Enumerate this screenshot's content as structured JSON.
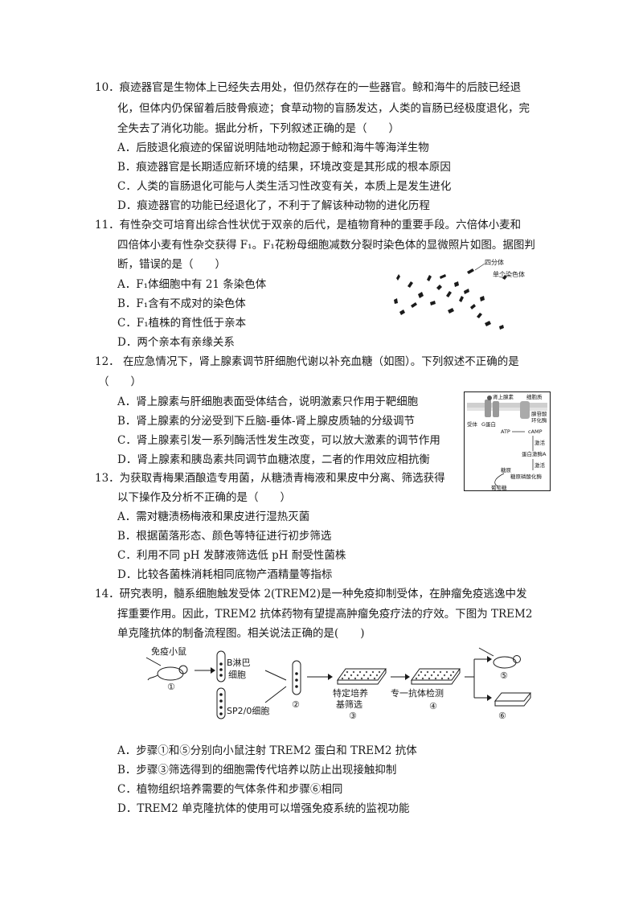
{
  "q10": {
    "lines": [
      "10．痕迹器官是生物体上已经失去用处，但仍然存在的一些器官。鲸和海牛的后肢已经退",
      "化，但体内仍保留着后肢骨痕迹；食草动物的盲肠发达，人类的盲肠已经极度退化，完",
      "全失去了消化功能。据此分析，下列叙述正确的是（　　）"
    ],
    "options": [
      "A．后肢退化痕迹的保留说明陆地动物起源于鲸和海牛等海洋生物",
      "B．痕迹器官是长期适应新环境的结果，环境改变是其形成的根本原因",
      "C．人类的盲肠退化可能与人类生活习性改变有关，本质上是发生进化",
      "D．痕迹器官的功能已经退化了，不利于了解该种动物的进化历程"
    ]
  },
  "q11": {
    "lines": [
      "11．有性杂交可培育出综合性状优于双亲的后代，是植物育种的重要手段。六倍体小麦和",
      "四倍体小麦有性杂交获得 F₁。F₁花粉母细胞减数分裂时染色体的显微照片如图。据图判",
      "断，错误的是（　　）"
    ],
    "options": [
      "A．F₁体细胞中有 21 条染色体",
      "B．F₁含有不成对的染色体",
      "C．F₁植株的育性低于亲本",
      "D．两个亲本有亲缘关系"
    ],
    "figure_labels": [
      "四分体",
      "单个染色体"
    ]
  },
  "q12": {
    "lines": [
      "12．  在应急情况下，肾上腺素调节肝细胞代谢以补充血糖（如图）。下列叙述不正确的是",
      "（　　）"
    ],
    "options": [
      "A．肾上腺素与肝细胞表面受体结合，说明激素只作用于靶细胞",
      "B．肾上腺素的分泌受到下丘脑-垂体-肾上腺皮质轴的分级调节",
      "C．肾上腺素引发一系列酶活性发生改变，可以放大激素的调节作用",
      "D．肾上腺素和胰岛素共同调节血糖浓度，二者的作用效应相抗衡"
    ],
    "figure_labels": [
      "肾上腺素",
      "细胞质",
      "受体",
      "G蛋白",
      "腺苷酸",
      "环化酶",
      "ATP",
      "cAMP",
      "激活",
      "蛋白激酶A",
      "激活",
      "糖原",
      "糖原磷酸化酶",
      "葡萄糖"
    ]
  },
  "q13": {
    "lines": [
      "13．为获取青梅果酒酿造专用菌，从糖渍青梅液和果皮中分离、筛选获得",
      "以下操作及分析不正确的是（　　）"
    ],
    "options": [
      "A．需对糖渍杨梅液和果皮进行湿热灭菌",
      "B．根据菌落形态、颜色等特征进行初步筛选",
      "C．利用不同 pH 发酵液筛选低 pH 耐受性菌株",
      "D．比较各菌株消耗相同底物产酒精量等指标"
    ]
  },
  "q14": {
    "lines": [
      "14．研究表明，髓系细胞触发受体 2(TREM2)是一种免疫抑制受体，在肿瘤免疫逃逸中发",
      "挥重要作用。因此，TREM2 抗体药物有望提高肿瘤免疫疗法的疗效。下图为 TREM2",
      "单克隆抗体的制备流程图。相关说法正确的是(　　)"
    ],
    "options": [
      "A．步骤①和⑤分别向小鼠注射 TREM2 蛋白和 TREM2 抗体",
      "B．步骤③筛选得到的细胞需传代培养以防止出现接触抑制",
      "C．植物组织培养需要的气体条件和步骤⑥相同",
      "D．TREM2 单克隆抗体的使用可以增强免疫系统的监视功能"
    ],
    "figure_labels": [
      "免疫小鼠",
      "①",
      "B淋巴",
      "细胞",
      "SP2/0细胞",
      "②",
      "特定培养",
      "基筛选",
      "③",
      "专一抗体检测",
      "④",
      "⑤",
      "⑥"
    ]
  }
}
